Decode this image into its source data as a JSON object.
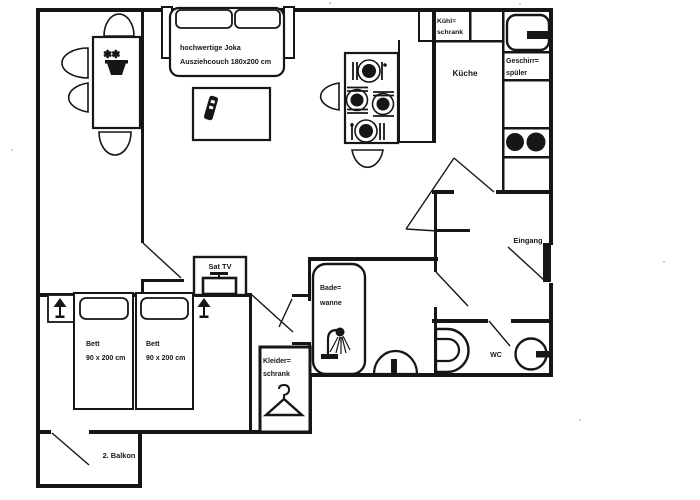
{
  "plan": {
    "living_room": {
      "couch_line1": "hochwertige Joka",
      "couch_line2": "Ausziehcouch 180x200 cm",
      "tv_label": "Sat TV"
    },
    "kitchen": {
      "name": "Küche",
      "fridge_line1": "Kühl=",
      "fridge_line2": "schrank",
      "dishwasher_line1": "Geschirr=",
      "dishwasher_line2": "spüler"
    },
    "entrance": {
      "label": "Eingang"
    },
    "bathroom": {
      "tub_line1": "Bade=",
      "tub_line2": "wanne"
    },
    "wc": {
      "label": "WC"
    },
    "bedroom": {
      "bed1_line1": "Bett",
      "bed1_line2": "90 x 200 cm",
      "bed2_line1": "Bett",
      "bed2_line2": "90 x 200 cm"
    },
    "wardrobe": {
      "line1": "Kleider=",
      "line2": "schrank"
    },
    "balcony": {
      "label": "2. Balkon"
    },
    "icons": {
      "plant": "✽✽"
    },
    "colors": {
      "wall": "#161616",
      "paper": "#ffffff"
    }
  }
}
